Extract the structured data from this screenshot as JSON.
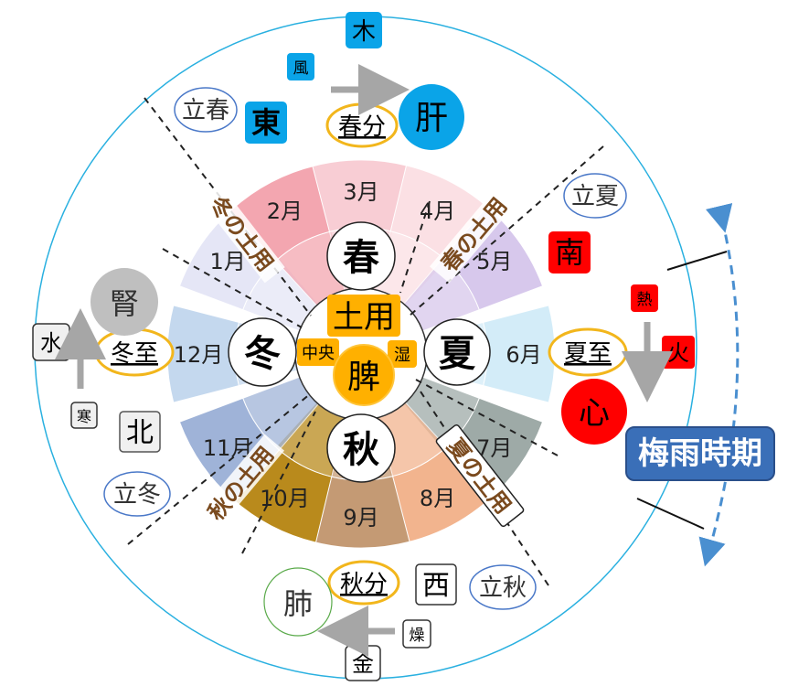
{
  "colors": {
    "wood": "#0aa4e8",
    "fire": "#ff0000",
    "earth": "#ffb000",
    "metal_border": "#333333",
    "water": "#bfbfbf",
    "season_ring": "#f2b61c",
    "solar_term_ring": "#4a78c8",
    "outer_circle": "#29b0e0",
    "rainy_box": "#3a6fb8",
    "text_brown": "#7a4a1e"
  },
  "months": [
    {
      "label": "1月",
      "color": "#e5e6f6"
    },
    {
      "label": "2月",
      "color": "#f3a6b0"
    },
    {
      "label": "3月",
      "color": "#f8cdd4"
    },
    {
      "label": "4月",
      "color": "#fbe0e4"
    },
    {
      "label": "5月",
      "color": "#d7c8ec"
    },
    {
      "label": "6月",
      "color": "#d3ecf8"
    },
    {
      "label": "7月",
      "color": "#9eaaa7"
    },
    {
      "label": "8月",
      "color": "#f2b48e"
    },
    {
      "label": "9月",
      "color": "#c49a74"
    },
    {
      "label": "10月",
      "color": "#b98a1c"
    },
    {
      "label": "11月",
      "color": "#9fb3d8"
    },
    {
      "label": "12月",
      "color": "#c4d8ee"
    }
  ],
  "seasons": {
    "spring": "春",
    "summer": "夏",
    "autumn": "秋",
    "winter": "冬"
  },
  "center": {
    "doyo": "土用",
    "chuo": "中央",
    "shitsu": "湿",
    "hi": "脾"
  },
  "doyo_labels": {
    "winter": "冬の土用",
    "spring": "春の土用",
    "summer": "夏の土用",
    "autumn": "秋の土用"
  },
  "solstices": {
    "spring_equinox": "春分",
    "summer_solstice": "夏至",
    "autumn_equinox": "秋分",
    "winter_solstice": "冬至"
  },
  "start_terms": {
    "risshun": "立春",
    "rikka": "立夏",
    "risshu": "立秋",
    "ritto": "立冬"
  },
  "directions": {
    "east": "東",
    "south": "南",
    "west": "西",
    "north": "北"
  },
  "elements": {
    "wood": "木",
    "fire": "火",
    "metal": "金",
    "water": "水"
  },
  "organs": {
    "liver": "肝",
    "heart": "心",
    "lung": "肺",
    "kidney": "腎"
  },
  "climates": {
    "wind": "風",
    "heat": "熱",
    "dryness": "燥",
    "cold": "寒"
  },
  "rainy_season": "梅雨時期"
}
